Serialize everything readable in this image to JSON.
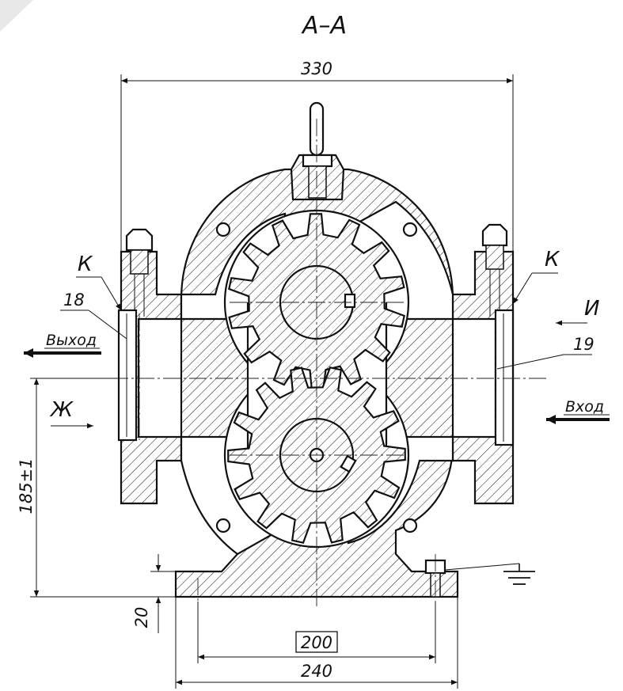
{
  "section_title": "А–А",
  "dimensions": {
    "overall_width": "330",
    "axis_height": "185±1",
    "base_thickness": "20",
    "bolt_spacing": "200",
    "base_width": "240"
  },
  "labels": {
    "k_left": "К",
    "k_right": "К",
    "pos_18": "18",
    "pos_19": "19",
    "view_zh": "Ж",
    "view_i": "И"
  },
  "flow": {
    "outlet": "Выход",
    "inlet": "Вход"
  },
  "icons": {
    "ground": "ground-icon",
    "arrows": "arrow-icon"
  }
}
